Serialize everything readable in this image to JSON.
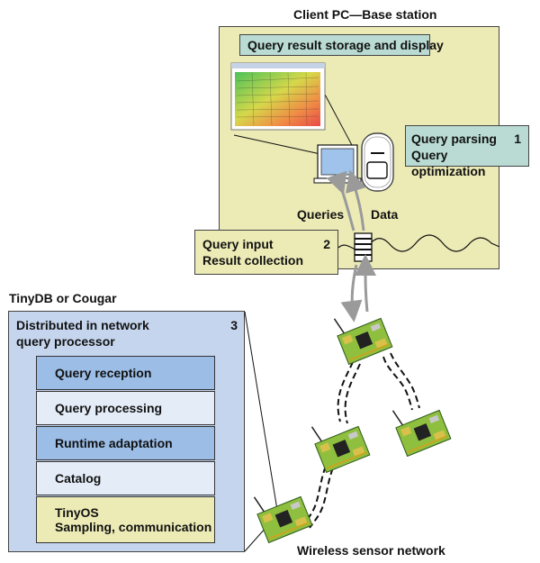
{
  "base_station": {
    "title": "Client PC—Base station",
    "storage_label": "Query result storage and display",
    "parsing": {
      "line1": "Query parsing",
      "line2": "Query optimization",
      "step": "1"
    },
    "queries_label": "Queries",
    "data_label": "Data",
    "input": {
      "line1": "Query input",
      "line2": "Result collection",
      "step": "2"
    }
  },
  "processor": {
    "title": "TinyDB or Cougar",
    "heading_line1": "Distributed in network",
    "heading_line2": "query processor",
    "step": "3",
    "layers": [
      {
        "label": "Query reception",
        "color": "#9bbde6"
      },
      {
        "label": "Query processing",
        "color": "#e4ecf8"
      },
      {
        "label": "Runtime adaptation",
        "color": "#9bbde6"
      },
      {
        "label": "Catalog",
        "color": "#e4ecf8"
      },
      {
        "label": "TinyOS",
        "label2": "Sampling, communication",
        "color": "#ecebb6"
      }
    ]
  },
  "network": {
    "label": "Wireless sensor network"
  },
  "colors": {
    "base_fill": "#ecebb6",
    "teal_box": "#b9dbd3",
    "processor_fill": "#c5d5ee",
    "arrow": "#9a9a9a"
  }
}
